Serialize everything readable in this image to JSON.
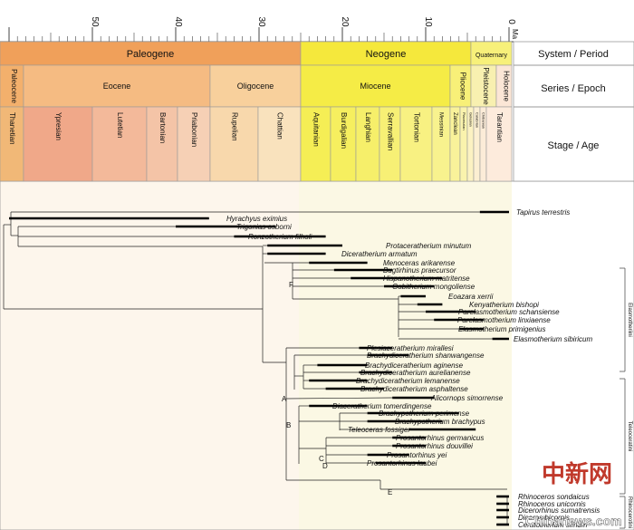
{
  "axis": {
    "unit": "Ma",
    "ticks": [
      {
        "label": "50"
      },
      {
        "label": "40"
      },
      {
        "label": "30"
      },
      {
        "label": "20"
      },
      {
        "label": "10"
      },
      {
        "label": "0"
      }
    ]
  },
  "header_labels": {
    "period": "System / Period",
    "epoch": "Series / Epoch",
    "stage": "Stage / Age"
  },
  "periods": [
    {
      "label": "Paleogene",
      "color": "#f0a05a"
    },
    {
      "label": "Neogene",
      "color": "#f5e83c"
    },
    {
      "label": "Quaternary",
      "color": "#f7f07a"
    }
  ],
  "epochs": [
    {
      "label": "Paleocene",
      "color": "#f3b06c"
    },
    {
      "label": "Eocene",
      "color": "#f5bb82"
    },
    {
      "label": "Oligocene",
      "color": "#f8d09c"
    },
    {
      "label": "Miocene",
      "color": "#f5ec46"
    },
    {
      "label": "Pliocene",
      "color": "#f8f078"
    },
    {
      "label": "Pleistocene",
      "color": "#f8f0b0"
    },
    {
      "label": "Holocene",
      "color": "#fbe6d6"
    }
  ],
  "stages": [
    {
      "label": "Thanetian",
      "color": "#f1b877"
    },
    {
      "label": "Ypresian",
      "color": "#f0a889"
    },
    {
      "label": "Lutetian",
      "color": "#f3b99a"
    },
    {
      "label": "Bartonian",
      "color": "#f4c4a7"
    },
    {
      "label": "Priabonian",
      "color": "#f6d0b5"
    },
    {
      "label": "Rupelian",
      "color": "#f8d8ac"
    },
    {
      "label": "Chattian",
      "color": "#f9e2bd"
    },
    {
      "label": "Aquitanian",
      "color": "#f5ee55"
    },
    {
      "label": "Burdigalian",
      "color": "#f6ef5f"
    },
    {
      "label": "Langhian",
      "color": "#f6ef6a"
    },
    {
      "label": "Serravallian",
      "color": "#f7f075"
    },
    {
      "label": "Tortonian",
      "color": "#f8f182"
    },
    {
      "label": "Messinian",
      "color": "#f8f28e"
    },
    {
      "label": "Zanclean",
      "color": "#f9f29a"
    },
    {
      "label": "Piacenzian",
      "color": "#faf3ad"
    },
    {
      "label": "Gelasian",
      "color": "#fcf2c2"
    },
    {
      "label": "Calabrian",
      "color": "#fcefd2"
    },
    {
      "label": "Chibanian",
      "color": "#fcecd8"
    },
    {
      "label": "Tarantian",
      "color": "#fdebdc"
    }
  ],
  "taxa": [
    {
      "name": "Tapirus terrestris"
    },
    {
      "name": "Hyrachyus eximius"
    },
    {
      "name": "Trigonias osborni"
    },
    {
      "name": "Ronzotherium filholi"
    },
    {
      "name": "Protaceratherium minutum"
    },
    {
      "name": "Diceratherium armatum"
    },
    {
      "name": "Menoceras arikarense"
    },
    {
      "name": "Bugtirhinus praecursor"
    },
    {
      "name": "Hispanotherium matritense"
    },
    {
      "name": "Gobitherium mongoliense"
    },
    {
      "name": "Eoazara xerrii"
    },
    {
      "name": "Kenyatherium bishopi"
    },
    {
      "name": "Parelasmotherium schansiense"
    },
    {
      "name": "Parelasmotherium linxiaense"
    },
    {
      "name": "Elasmotherium primigenius"
    },
    {
      "name": "Elasmotherium sibiricum"
    },
    {
      "name": "Plesiaceratherium mirallesi"
    },
    {
      "name": "Brachydiceratherium shanwangense"
    },
    {
      "name": "Brachydiceratherium aginense"
    },
    {
      "name": "Brachydiceratherium aurelianense"
    },
    {
      "name": "Brachydiceratherium lemanense"
    },
    {
      "name": "Brachydiceratherium asphaltense"
    },
    {
      "name": "Alicornops simorrense"
    },
    {
      "name": "Diaceratherium tomerdingense"
    },
    {
      "name": "Brachypotherium perimense"
    },
    {
      "name": "Brachypotherium brachypus"
    },
    {
      "name": "Teleoceras fossiger"
    },
    {
      "name": "Prosantorhinus germanicus"
    },
    {
      "name": "Prosantorhinus douvillei"
    },
    {
      "name": "Prosantorhinus yei"
    },
    {
      "name": "Prosantorhinus laubei"
    },
    {
      "name": "Rhinoceros sondaicus"
    },
    {
      "name": "Rhinoceros unicornis"
    },
    {
      "name": "Dicerorhinus sumatrensis"
    },
    {
      "name": "Diceros bicornis"
    },
    {
      "name": "Ceratotherium simum"
    }
  ],
  "node_labels": [
    "F",
    "A",
    "B",
    "C",
    "D",
    "E"
  ],
  "groups": [
    {
      "label": "Elasmotheriini"
    },
    {
      "label": "Teleoceratini"
    },
    {
      "label": "Rhinocerotini"
    }
  ],
  "watermark": {
    "chinese": "中新网",
    "url": "Chinanews.com"
  }
}
